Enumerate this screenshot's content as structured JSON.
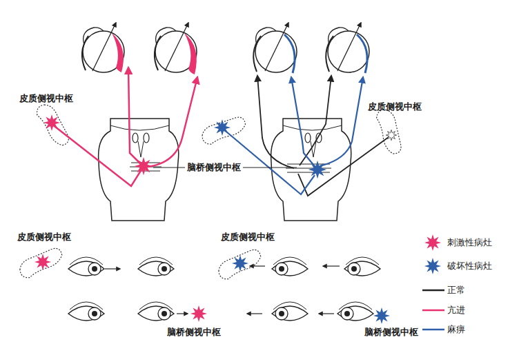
{
  "diagram": {
    "labels": [
      "皮质侧视中枢",
      "皮质侧视中枢",
      "脑桥侧视中枢",
      "皮质侧视中枢",
      "皮质侧视中枢",
      "脑桥侧视中枢",
      "脑桥侧视中枢"
    ],
    "legend": [
      {
        "text": "刺激性病灶"
      },
      {
        "text": "破坏性病灶"
      },
      {
        "text": "正常"
      },
      {
        "text": "亢进"
      },
      {
        "text": "麻痹"
      }
    ]
  }
}
